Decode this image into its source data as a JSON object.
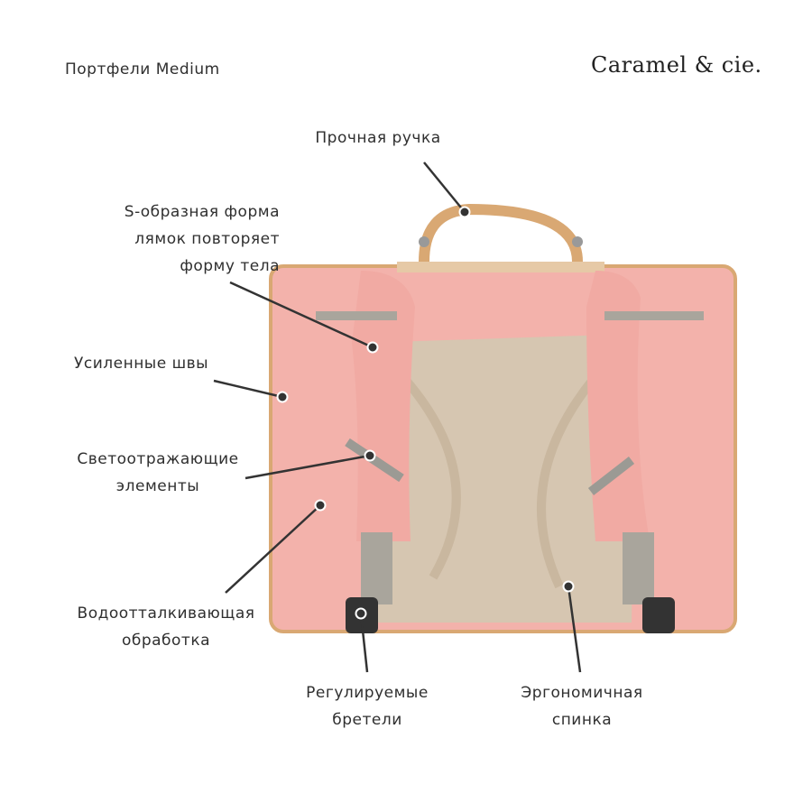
{
  "header": {
    "title": "Портфели Medium",
    "brand_logo": "Caramel & cie."
  },
  "callouts": {
    "handle": "Прочная ручка",
    "straps_shape": [
      "S-образная форма",
      "лямок повторяет",
      "форму тела"
    ],
    "seams": "Усиленные швы",
    "reflective": [
      "Светоотражающие",
      "элементы"
    ],
    "waterproof": [
      "Водоотталкивающая",
      "обработка"
    ],
    "adjustable": [
      "Регулируемые",
      "бретели"
    ],
    "ergonomic": [
      "Эргономичная",
      "спинка"
    ]
  },
  "colors": {
    "bag": "#f3b2ab",
    "trim": "#d9a873",
    "mesh": "#d6c6b1",
    "webbing": "#a9a59c",
    "line": "#333333"
  }
}
